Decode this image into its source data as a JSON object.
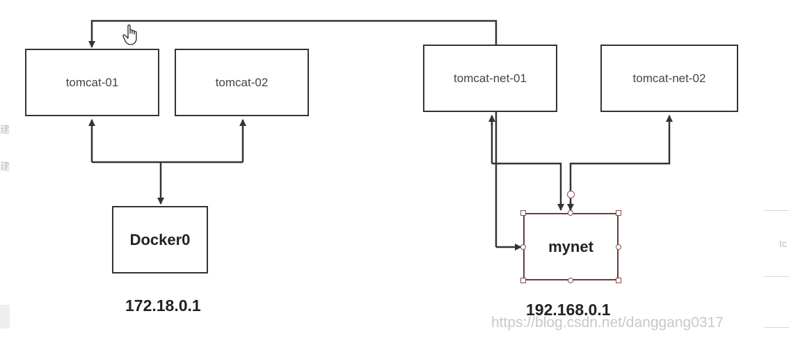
{
  "nodes": {
    "tomcat01": "tomcat-01",
    "tomcat02": "tomcat-02",
    "tomcatnet01": "tomcat-net-01",
    "tomcatnet02": "tomcat-net-02",
    "docker0": "Docker0",
    "mynet": "mynet"
  },
  "ips": {
    "docker0": "172.18.0.1",
    "mynet": "192.168.0.1"
  },
  "watermark": "https://blog.csdn.net/danggang0317",
  "edge": {
    "left_top": "建",
    "left_bottom": "建",
    "right": "tc"
  },
  "icons": {
    "cursor": "hand-pointer-icon"
  },
  "colors": {
    "line": "#333333",
    "selection": "#8a4a4a",
    "watermark": "#c8c8c8"
  }
}
